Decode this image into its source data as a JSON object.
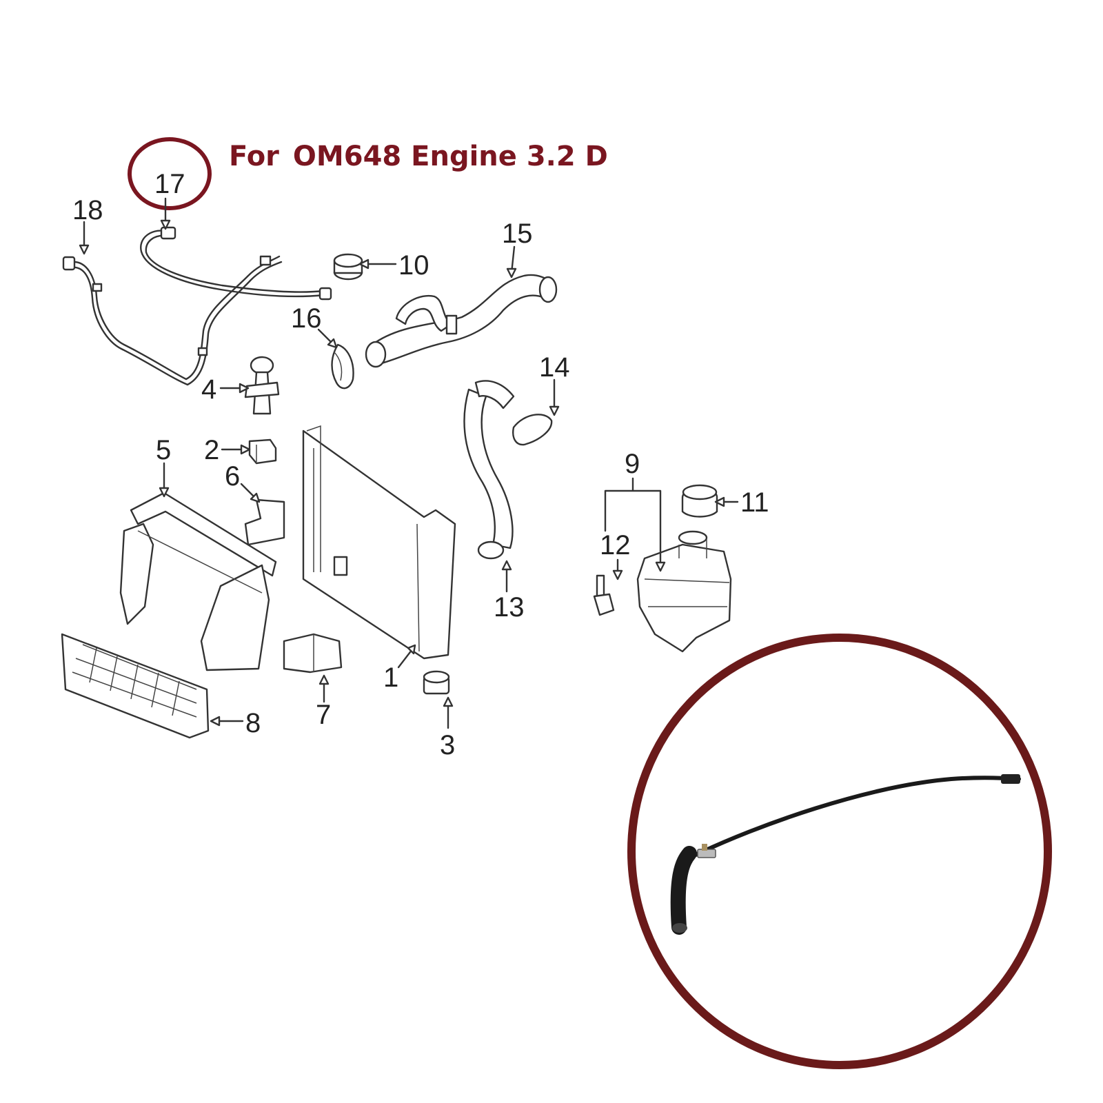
{
  "title": {
    "prefix": "For",
    "engine": "OM648 Engine 3.2 D"
  },
  "highlight_color": "#7a1620",
  "callouts": [
    {
      "id": "1",
      "text": "1"
    },
    {
      "id": "2",
      "text": "2"
    },
    {
      "id": "3",
      "text": "3"
    },
    {
      "id": "4",
      "text": "4"
    },
    {
      "id": "5",
      "text": "5"
    },
    {
      "id": "6",
      "text": "6"
    },
    {
      "id": "7",
      "text": "7"
    },
    {
      "id": "8",
      "text": "8"
    },
    {
      "id": "9",
      "text": "9"
    },
    {
      "id": "10",
      "text": "10"
    },
    {
      "id": "11",
      "text": "11"
    },
    {
      "id": "12",
      "text": "12"
    },
    {
      "id": "13",
      "text": "13"
    },
    {
      "id": "14",
      "text": "14"
    },
    {
      "id": "15",
      "text": "15"
    },
    {
      "id": "16",
      "text": "16"
    },
    {
      "id": "17",
      "text": "17"
    },
    {
      "id": "18",
      "text": "18"
    }
  ],
  "highlighted_part": "17"
}
